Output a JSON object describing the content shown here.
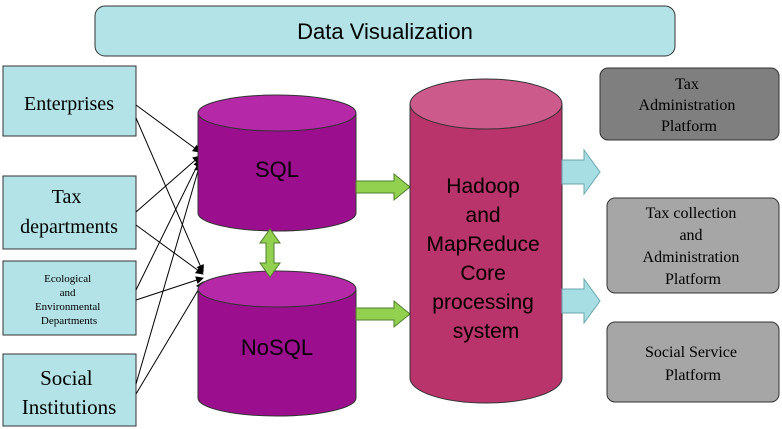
{
  "title": "Data Visualization",
  "sources": [
    "Enterprises",
    "Tax departments",
    "Ecological and Environmental Departments",
    "Social Institutions"
  ],
  "databases": {
    "sql": "SQL",
    "nosql": "NoSQL"
  },
  "core": "Hadoop and MapReduce Core processing system",
  "platforms": [
    "Tax Administration Platform",
    "Tax collection and Administration Platform",
    "Social Service Platform"
  ],
  "colors": {
    "source_fill": "#b3e3e6",
    "cylinder_fill": "#9b0f8f",
    "cylinder_top": "#b528a8",
    "core_fill": "#b8346b",
    "core_top": "#cc5a8a",
    "green_arrow": "#92d050",
    "light_arrow": "#a6dee3",
    "platform_dark": "#7f7f7f",
    "platform_light": "#a6a6a6"
  }
}
